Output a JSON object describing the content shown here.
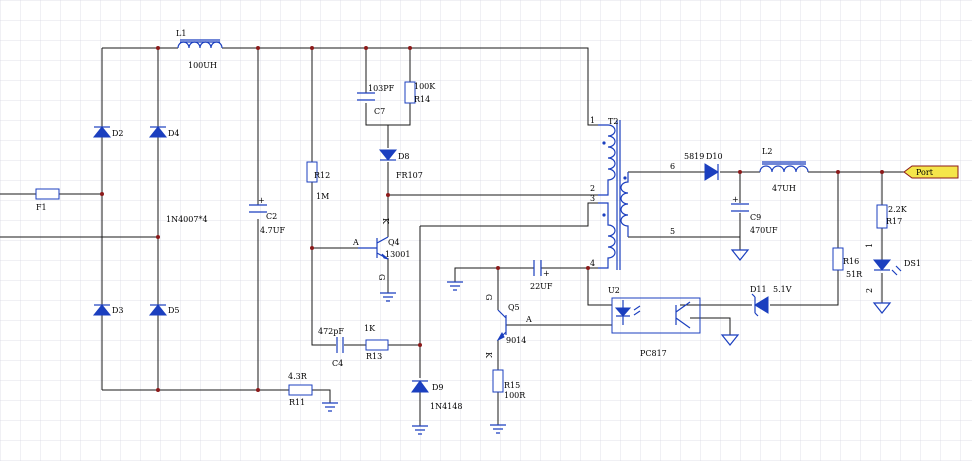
{
  "labels": {
    "L1": "L1",
    "L1_val": "100UH",
    "D2": "D2",
    "D4": "D4",
    "D3": "D3",
    "D5": "D5",
    "F1": "F1",
    "bridge_part": "1N4007*4",
    "C2": "C2",
    "C2_val": "4.7UF",
    "C7_val": "103PF",
    "C7": "C7",
    "R14_val": "100K",
    "R14": "R14",
    "D8": "D8",
    "D8_val": "FR107",
    "R12": "R12",
    "R12_val": "1M",
    "Q4": "Q4",
    "Q4_val": "13001",
    "Q4_A": "A",
    "Q4_K": "K",
    "Q4_G": "G",
    "C4_val": "472pF",
    "C4": "C4",
    "R13_val": "1K",
    "R13": "R13",
    "R11_val": "4.3R",
    "R11": "R11",
    "D9": "D9",
    "D9_val": "1N4148",
    "T2": "T2",
    "pin1": "1",
    "pin2": "2",
    "pin3": "3",
    "pin4": "4",
    "pin5": "5",
    "pin6": "6",
    "C1_val": "22UF",
    "Q5": "Q5",
    "Q5_val": "9014",
    "Q5_A": "A",
    "Q5_K": "K",
    "Q5_G": "G",
    "R15": "R15",
    "R15_val": "100R",
    "U2": "U2",
    "U2_val": "PC817",
    "D10_val": "5819",
    "D10": "D10",
    "C9": "C9",
    "C9_val": "470UF",
    "L2": "L2",
    "L2_val": "47UH",
    "R16": "R16",
    "R16_val": "51R",
    "D11": "D11",
    "D11_val": "5.1V",
    "R17_val": "2.2K",
    "R17": "R17",
    "DS1": "DS1",
    "ds_pin1": "1",
    "ds_pin2": "2",
    "port": "Port"
  },
  "colors": {
    "component": "#1b3fbf",
    "wire": "#1a1a1a",
    "junction": "#8b1a1a",
    "grid": "#d8d8e4",
    "port_fill": "#f5e64a"
  }
}
